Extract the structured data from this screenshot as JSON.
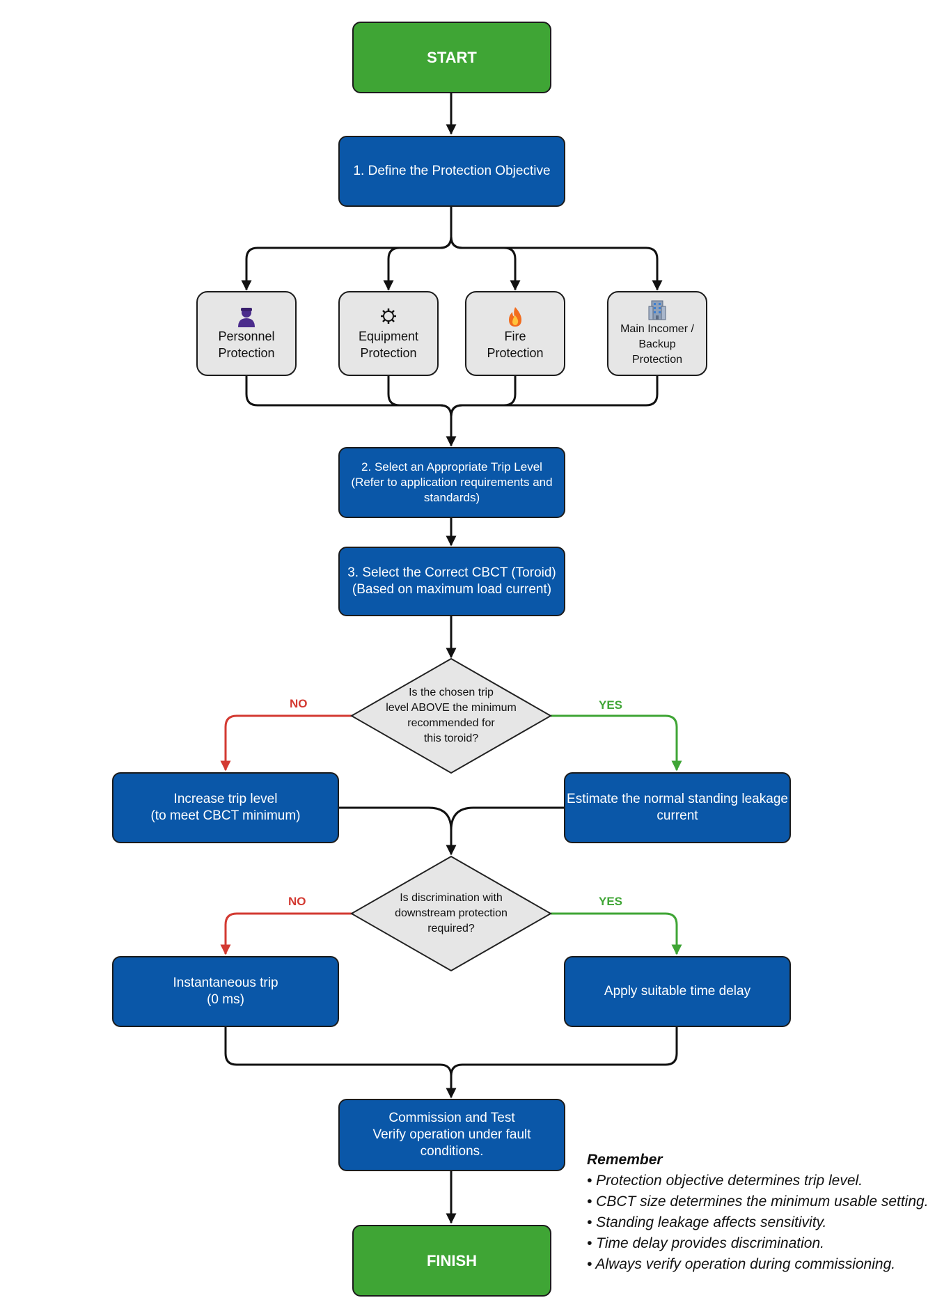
{
  "flowchart": {
    "start": "START",
    "step1": "1. Define the Protection Objective",
    "objectives": [
      {
        "icon": "person-icon",
        "lines": [
          "Personnel",
          "Protection"
        ]
      },
      {
        "icon": "gear-icon",
        "lines": [
          "Equipment",
          "Protection"
        ]
      },
      {
        "icon": "fire-icon",
        "lines": [
          "Fire",
          "Protection"
        ]
      },
      {
        "icon": "building-icon",
        "lines": [
          "Main Incomer /",
          "Backup",
          "Protection"
        ]
      }
    ],
    "step2": [
      "2. Select an Appropriate Trip Level",
      "(Refer to application requirements and",
      "standards)"
    ],
    "step3": [
      "3. Select the Correct CBCT (Toroid)",
      "(Based on maximum load current)"
    ],
    "decision1": [
      "Is the chosen trip",
      "level ABOVE the minimum",
      "recommended for",
      "this toroid?"
    ],
    "decision1_no_action": [
      "Increase trip level",
      "(to meet CBCT minimum)"
    ],
    "decision1_yes_action": [
      "Estimate the normal standing leakage",
      "current"
    ],
    "decision2": [
      "Is discrimination with",
      "downstream protection",
      "required?"
    ],
    "decision2_no_action": [
      "Instantaneous trip",
      "(0 ms)"
    ],
    "decision2_yes_action": [
      "Apply suitable time delay"
    ],
    "step_commission": [
      "Commission and Test",
      "Verify operation under fault",
      "conditions."
    ],
    "finish": "FINISH",
    "labels": {
      "no": "NO",
      "yes": "YES"
    }
  },
  "notes": {
    "title": "Remember",
    "items": [
      "• Protection objective determines trip level.",
      "• CBCT size determines the minimum usable setting.",
      "• Standing leakage affects sensitivity.",
      "• Time delay provides discrimination.",
      "• Always verify operation during commissioning."
    ]
  },
  "colors": {
    "terminal": "#3fa535",
    "process": "#0a57a8",
    "option": "#e6e6e6",
    "decision": "#e6e6e6",
    "no": "#d33a32",
    "yes": "#3fa535",
    "connector": "#111111"
  }
}
